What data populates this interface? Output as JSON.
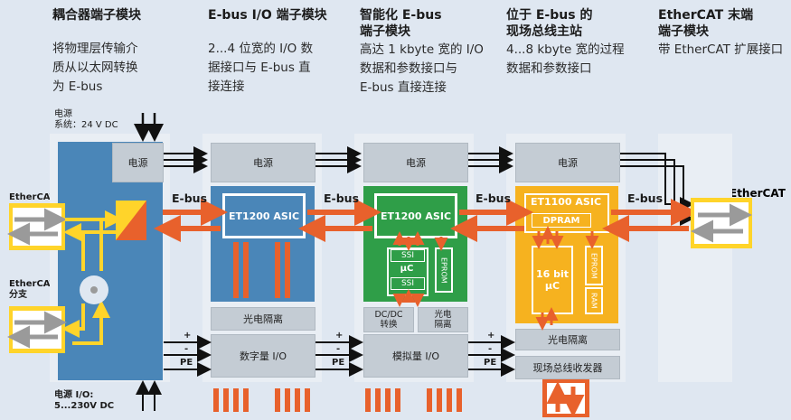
{
  "columns": [
    {
      "title": "耦合器端子模块",
      "lines": [
        "将物理层传输介",
        "质从以太网转换",
        "为 E-bus"
      ]
    },
    {
      "title": "E-bus I/O 端子模块",
      "lines": [
        "2...4 位宽的 I/O 数",
        "据接口与 E-bus 直",
        "接连接"
      ]
    },
    {
      "title_lines": [
        "智能化 E-bus",
        "端子模块"
      ],
      "lines": [
        "高达 1 kbyte 宽的 I/O",
        "数据和参数接口与",
        "E-bus 直接连接"
      ]
    },
    {
      "title_lines": [
        "位于 E-bus 的",
        "现场总线主站"
      ],
      "lines": [
        "4...8 kbyte 宽的过程",
        "数据和参数接口"
      ]
    },
    {
      "title_lines": [
        "EtherCAT 末端",
        "端子模块"
      ],
      "lines": [
        "带 EtherCAT 扩展接口"
      ]
    }
  ],
  "power_system_label": [
    "电源",
    "系统：24 V DC"
  ],
  "power_io_label": [
    "电源 I/O:",
    "5...230V DC"
  ],
  "ethercat_in_label": "EtherCAT",
  "ethercat_branch_label": [
    "EtherCAT",
    "分支"
  ],
  "ethercat_out_label": "EtherCAT",
  "ebus_label": "E-bus",
  "power_box_label": "电源",
  "asic_1": "ET1200 ASIC",
  "asic_2": "ET1200 ASIC",
  "asic_3": "ET1100 ASIC",
  "dpram": "DPRAM",
  "ssi_top": "SSI",
  "uc_label": "µC",
  "ssi_bottom": "SSI",
  "eprom": "EPROM",
  "ram": "RAM",
  "cpu16": [
    "16 bit",
    "µC"
  ],
  "optocoupler": "光电隔离",
  "dcdc": [
    "DC/DC",
    "转换"
  ],
  "opto_split": [
    "光电",
    "隔离"
  ],
  "digital_io": "数字量 I/O",
  "analog_io": "模拟量 I/O",
  "fieldbus_transceiver": "现场总线收发器",
  "plus": "+",
  "minus": "-",
  "pe": "PE",
  "colors": {
    "orange": "#e8612c",
    "yellow": "#ffd42a",
    "blue": "#4a86b8",
    "green": "#2f9e48",
    "gold": "#f6b21f",
    "gray": "#c4ccd4"
  }
}
